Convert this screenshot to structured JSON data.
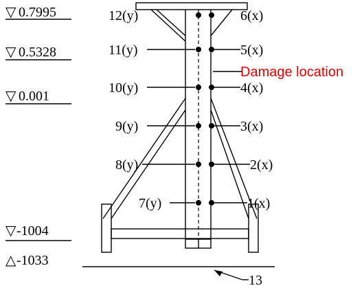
{
  "elevations": [
    {
      "id": "lvl-0-7995",
      "symbol": "▽",
      "value": "0.7995"
    },
    {
      "id": "lvl-0-5328",
      "symbol": "▽",
      "value": "0.5328"
    },
    {
      "id": "lvl-0-001",
      "symbol": "▽",
      "value": "0.001"
    },
    {
      "id": "lvl-m1004",
      "symbol": "▽",
      "value": " -1004"
    },
    {
      "id": "lvl-m1033",
      "symbol": "△",
      "value": " -1033"
    }
  ],
  "sensors_left": [
    "12(y)",
    "11(y)",
    "10(y)",
    "9(y)",
    "8(y)",
    "7(y)"
  ],
  "sensors_right": [
    "6(x)",
    "5(x)",
    "4(x)",
    "3(x)",
    "2(x)",
    "1(x)"
  ],
  "damage_label": "Damage location",
  "damage_color": "#e00000",
  "ground_label": "13"
}
